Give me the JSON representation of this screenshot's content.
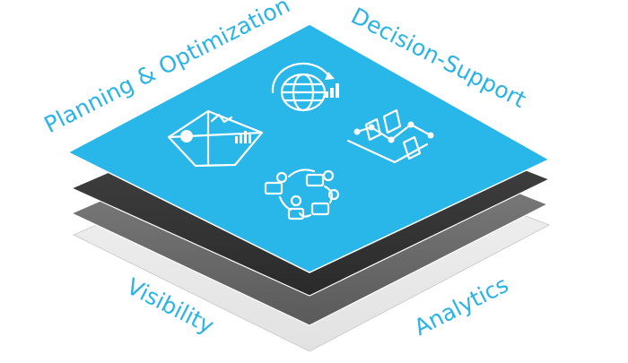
{
  "diagram": {
    "labels": {
      "planning": "Planning & Optimization",
      "decision": "Decision-Support",
      "visibility": "Visibility",
      "analytics": "Analytics"
    },
    "icons": [
      "dashboard-icon",
      "globe-analytics-icon",
      "line-bar-chart-icon",
      "process-flow-icon"
    ],
    "colors": {
      "top_layer": "#29b6e8",
      "dark_layer": "#3a3a3a",
      "mid_layer": "#6a6a6a",
      "light_layer": "#efefef",
      "label_text": "#2ab3e6"
    }
  }
}
